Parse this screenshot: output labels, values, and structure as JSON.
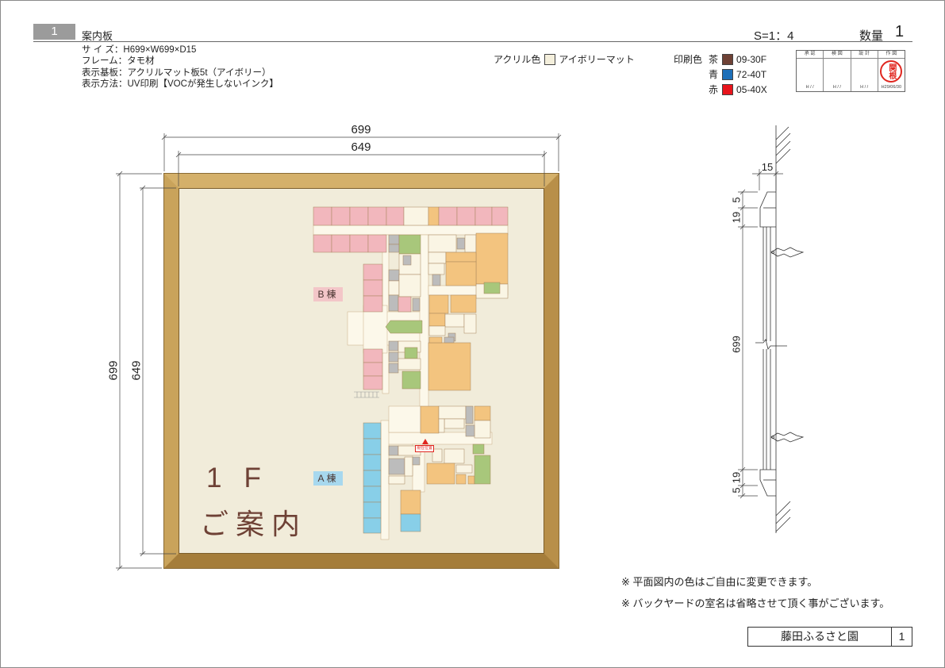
{
  "header": {
    "sheet_no": "1",
    "title": "案内板",
    "scale": "S=1：4",
    "quantity_label": "数量",
    "quantity": "1"
  },
  "specs": [
    "サ イ ズ：H699×W699×D15",
    "フレーム：タモ材",
    "表示基板：アクリルマット板5t（アイボリー）",
    "表示方法：UV印刷【VOCが発生しないインク】"
  ],
  "acrylic": {
    "label": "アクリル色",
    "name": "アイボリーマット",
    "color": "#f4efdc"
  },
  "print_colors": {
    "label": "印刷色",
    "items": [
      {
        "name": "茶",
        "code": "09-30F",
        "color": "#6e4135"
      },
      {
        "name": "青",
        "code": "72-40T",
        "color": "#1d6fb8"
      },
      {
        "name": "赤",
        "code": "05-40X",
        "color": "#e8141b"
      }
    ]
  },
  "approval": {
    "headers": [
      "承 認",
      "検 図",
      "設 計",
      "作 図"
    ],
    "dates": [
      "H / /",
      "H / /",
      "H / /",
      "H29/06/30"
    ],
    "stamp": "関根"
  },
  "dimensions": {
    "front_width_outer": "699",
    "front_width_inner": "649",
    "front_height_outer": "699",
    "front_height_inner": "649",
    "section_depth": "15",
    "section_top_chamfer": "5",
    "section_top_frame": "19",
    "section_height": "699",
    "section_bottom_frame": "19",
    "section_bottom_chamfer": "5"
  },
  "sign": {
    "floor": "1F",
    "title": "ご案内",
    "building_b": "B棟",
    "building_a": "A棟",
    "current_location": "現在位置"
  },
  "notes": [
    "※ 平面図内の色はご自由に変更できます。",
    "※ バックヤードの室名は省略させて頂く事がございます。"
  ],
  "title_block": {
    "project": "藤田ふるさと園",
    "page": "1"
  }
}
